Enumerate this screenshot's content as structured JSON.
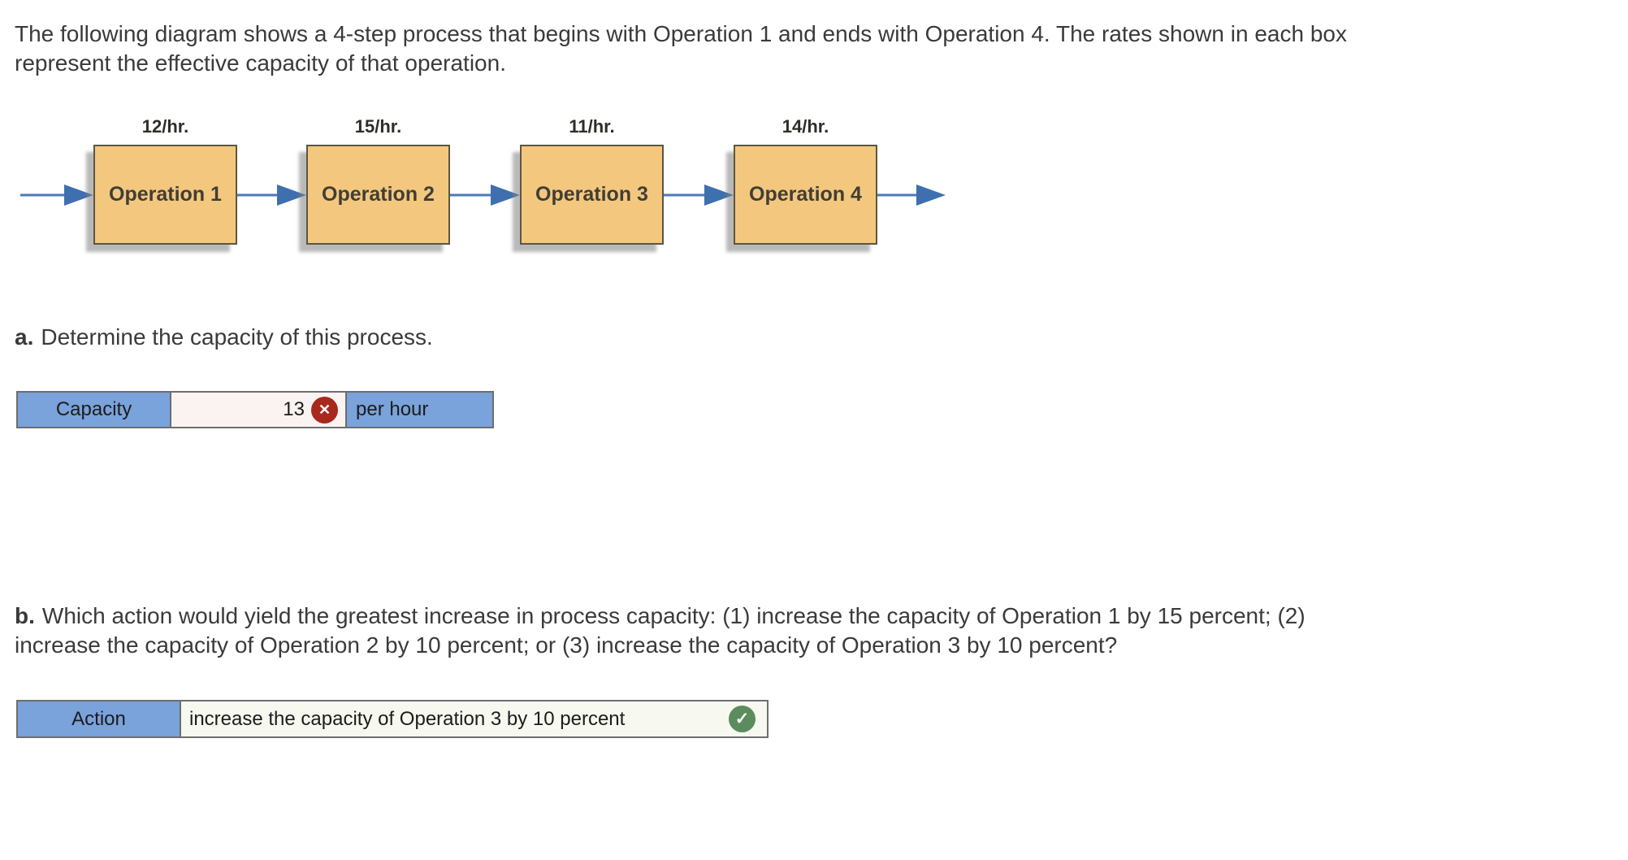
{
  "intro": {
    "line1": "The following diagram shows a 4-step process that begins with Operation 1 and ends with Operation 4. The rates shown in each box",
    "line2": "represent the effective capacity of that operation."
  },
  "diagram": {
    "operations": [
      {
        "name": "Operation 1",
        "rate": "12/hr."
      },
      {
        "name": "Operation 2",
        "rate": "15/hr."
      },
      {
        "name": "Operation 3",
        "rate": "11/hr."
      },
      {
        "name": "Operation 4",
        "rate": "14/hr."
      }
    ],
    "colors": {
      "box_fill": "#F3C87E",
      "box_border": "#5B5640",
      "arrow_blue": "#3E6FAE"
    }
  },
  "part_a": {
    "marker": "a.",
    "prompt": "Determine the capacity of this process.",
    "table": {
      "label": "Capacity",
      "value": "13",
      "unit": "per hour",
      "status": "incorrect"
    }
  },
  "part_b": {
    "marker": "b.",
    "line1": "Which action would yield the greatest increase in process capacity: (1) increase the capacity of Operation 1 by 15 percent; (2)",
    "line2": "increase the capacity of Operation 2 by 10 percent; or (3) increase the capacity of Operation 3 by 10 percent?",
    "table": {
      "label": "Action",
      "value": "increase the capacity of Operation 3 by 10 percent",
      "status": "correct"
    }
  },
  "icons": {
    "x_glyph": "✕",
    "check_glyph": "✓"
  },
  "colors": {
    "header_blue": "#7AA2DB",
    "incorrect_red": "#A8281E",
    "correct_green": "#5A8C5E",
    "incorrect_input_bg": "#FAF3F1",
    "correct_input_bg": "#F7F9F1"
  }
}
